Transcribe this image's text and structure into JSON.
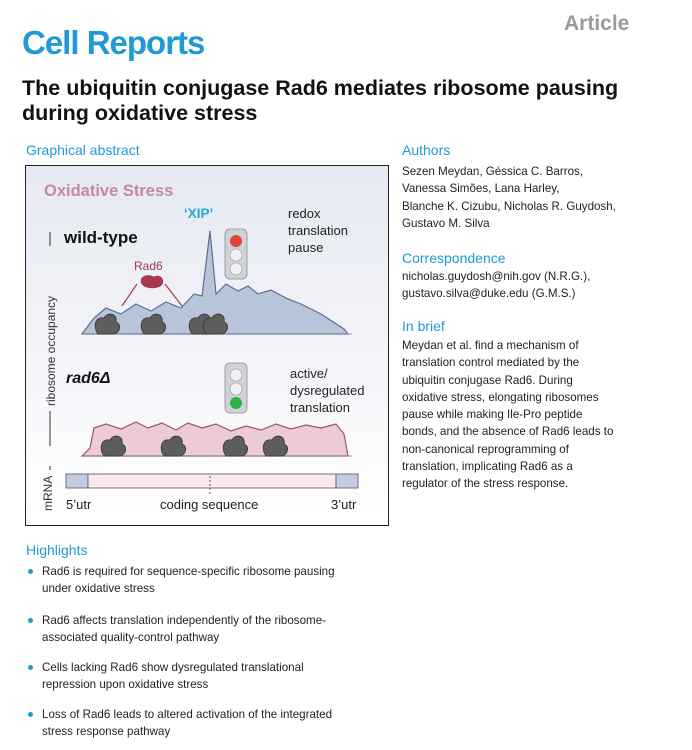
{
  "header": {
    "journal": "Cell Reports",
    "article_type": "Article"
  },
  "title": "The ubiquitin conjugase Rad6 mediates ribosome pausing during oxidative stress",
  "graphical_abstract": {
    "heading": "Graphical abstract",
    "stress_label": "Oxidative Stress",
    "xip_label": "‘XIP’",
    "wildtype_label": "wild-type",
    "rad6_label": "Rad6",
    "mutant_label": "rad6Δ",
    "wt_state": [
      "redox",
      "translation",
      "pause"
    ],
    "mut_state": [
      "active/",
      "dysregulated",
      "translation"
    ],
    "y_axis_label": "ribosome occupancy",
    "mrna_label": "mRNA",
    "utr5_label": "5’utr",
    "cds_label": "coding sequence",
    "utr3_label": "3’utr",
    "colors": {
      "stress": "#c48a9f",
      "xip": "#2ba8cf",
      "wt_fill": "#b8c4d9",
      "wt_stroke": "#5a6f92",
      "mut_fill": "#eccbd5",
      "mut_stroke": "#a24f6a",
      "rad6": "#a8384f",
      "panel_bg": "#edf0f7",
      "light_red": "#e0453a",
      "light_green": "#2db24a"
    }
  },
  "authors": {
    "heading": "Authors",
    "lines": [
      "Sezen Meydan, Géssica C. Barros,",
      "Vanessa Simões, Lana Harley,",
      "Blanche K. Cizubu, Nicholas R. Guydosh,",
      "Gustavo M. Silva"
    ]
  },
  "correspondence": {
    "heading": "Correspondence",
    "lines": [
      "nicholas.guydosh@nih.gov (N.R.G.),",
      "gustavo.silva@duke.edu (G.M.S.)"
    ]
  },
  "in_brief": {
    "heading": "In brief",
    "lines": [
      "Meydan et al. find a mechanism of",
      "translation control mediated by the",
      "ubiquitin conjugase Rad6. During",
      "oxidative stress, elongating ribosomes",
      "pause while making Ile-Pro peptide",
      "bonds, and the absence of Rad6 leads to",
      "non-canonical reprogramming of",
      "translation, implicating Rad6 as a",
      "regulator of the stress response."
    ]
  },
  "highlights": {
    "heading": "Highlights",
    "items": [
      [
        "Rad6 is required for sequence-specific ribosome pausing",
        "under oxidative stress"
      ],
      [
        "Rad6 affects translation independently of the ribosome-",
        "associated quality-control pathway"
      ],
      [
        "Cells lacking Rad6 show dysregulated translational",
        "repression upon oxidative stress"
      ],
      [
        "Loss of Rad6 leads to altered activation of the integrated",
        "stress response pathway"
      ]
    ]
  }
}
